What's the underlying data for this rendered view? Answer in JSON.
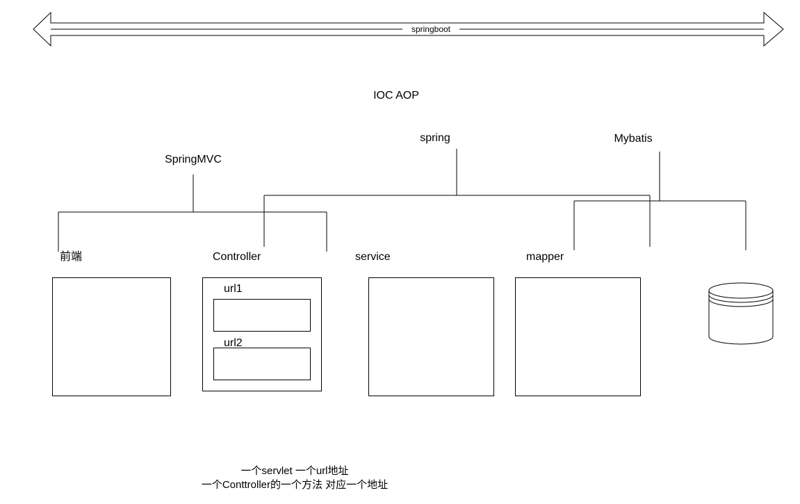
{
  "labels": {
    "springboot": "springboot",
    "ioc_aop": "IOC AOP",
    "spring": "spring",
    "mybatis": "Mybatis",
    "springmvc": "SpringMVC"
  },
  "boxes": {
    "frontend": "前端",
    "controller": "Controller",
    "service": "service",
    "mapper": "mapper",
    "url1": "url1",
    "url2": "url2"
  },
  "notes": {
    "line1": "一个servlet 一个url地址",
    "line2": "一个Conttroller的一个方法 对应一个地址"
  },
  "colors": {
    "stroke": "#000000",
    "background": "#ffffff"
  }
}
